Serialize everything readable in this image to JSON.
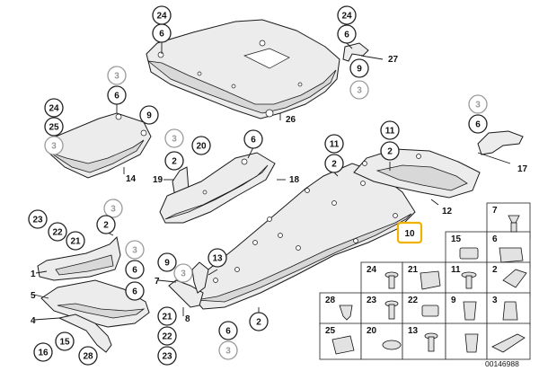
{
  "diagram_id": "00146988",
  "callouts": [
    {
      "id": "c24a",
      "label": "24",
      "style": "dark"
    },
    {
      "id": "c6a",
      "label": "6",
      "style": "dark"
    },
    {
      "id": "c24b",
      "label": "24",
      "style": "dark"
    },
    {
      "id": "c6b",
      "label": "6",
      "style": "dark"
    },
    {
      "id": "c9a",
      "label": "9",
      "style": "dark"
    },
    {
      "id": "c3a",
      "label": "3",
      "style": "gray"
    },
    {
      "id": "c3b",
      "label": "3",
      "style": "gray"
    },
    {
      "id": "c6c",
      "label": "6",
      "style": "dark"
    },
    {
      "id": "c9b",
      "label": "9",
      "style": "dark"
    },
    {
      "id": "c24c",
      "label": "24",
      "style": "dark"
    },
    {
      "id": "c25",
      "label": "25",
      "style": "dark"
    },
    {
      "id": "c3c",
      "label": "3",
      "style": "gray"
    },
    {
      "id": "c3d",
      "label": "3",
      "style": "gray"
    },
    {
      "id": "c3e",
      "label": "3",
      "style": "gray"
    },
    {
      "id": "c20",
      "label": "20",
      "style": "dark"
    },
    {
      "id": "c2a",
      "label": "2",
      "style": "dark"
    },
    {
      "id": "c6d",
      "label": "6",
      "style": "dark"
    },
    {
      "id": "c11a",
      "label": "11",
      "style": "dark"
    },
    {
      "id": "c2b",
      "label": "2",
      "style": "dark"
    },
    {
      "id": "c2c",
      "label": "2",
      "style": "dark"
    },
    {
      "id": "c11b",
      "label": "11",
      "style": "dark"
    },
    {
      "id": "c2d",
      "label": "2",
      "style": "dark"
    },
    {
      "id": "c3f",
      "label": "3",
      "style": "gray"
    },
    {
      "id": "c6e",
      "label": "6",
      "style": "dark"
    },
    {
      "id": "c3g",
      "label": "3",
      "style": "gray"
    },
    {
      "id": "c2e",
      "label": "2",
      "style": "dark"
    },
    {
      "id": "c23a",
      "label": "23",
      "style": "dark"
    },
    {
      "id": "c22a",
      "label": "22",
      "style": "dark"
    },
    {
      "id": "c21a",
      "label": "21",
      "style": "dark"
    },
    {
      "id": "c3h",
      "label": "3",
      "style": "gray"
    },
    {
      "id": "c6f",
      "label": "6",
      "style": "dark"
    },
    {
      "id": "c6g",
      "label": "6",
      "style": "dark"
    },
    {
      "id": "c9c",
      "label": "9",
      "style": "dark"
    },
    {
      "id": "c13",
      "label": "13",
      "style": "dark"
    },
    {
      "id": "c3i",
      "label": "3",
      "style": "gray"
    },
    {
      "id": "c21b",
      "label": "21",
      "style": "dark"
    },
    {
      "id": "c22b",
      "label": "22",
      "style": "dark"
    },
    {
      "id": "c23b",
      "label": "23",
      "style": "dark"
    },
    {
      "id": "c2f",
      "label": "2",
      "style": "dark"
    },
    {
      "id": "c6h",
      "label": "6",
      "style": "dark"
    },
    {
      "id": "c3j",
      "label": "3",
      "style": "gray"
    },
    {
      "id": "c16",
      "label": "16",
      "style": "dark"
    },
    {
      "id": "c15",
      "label": "15",
      "style": "dark"
    },
    {
      "id": "c28",
      "label": "28",
      "style": "dark"
    }
  ],
  "plain_labels": [
    {
      "id": "l27",
      "label": "27"
    },
    {
      "id": "l26",
      "label": "26"
    },
    {
      "id": "l14",
      "label": "14"
    },
    {
      "id": "l19",
      "label": "19"
    },
    {
      "id": "l18",
      "label": "18"
    },
    {
      "id": "l17",
      "label": "17"
    },
    {
      "id": "l12",
      "label": "12"
    },
    {
      "id": "l1",
      "label": "1"
    },
    {
      "id": "l5",
      "label": "5"
    },
    {
      "id": "l4",
      "label": "4"
    },
    {
      "id": "l7",
      "label": "7"
    },
    {
      "id": "l8",
      "label": "8"
    }
  ],
  "highlight": {
    "label": "10",
    "color": "#f2b100"
  },
  "fastener_table": [
    {
      "id": "t7",
      "label": "7"
    },
    {
      "id": "t15",
      "label": "15"
    },
    {
      "id": "t6",
      "label": "6"
    },
    {
      "id": "t24",
      "label": "24"
    },
    {
      "id": "t21",
      "label": "21"
    },
    {
      "id": "t11",
      "label": "11"
    },
    {
      "id": "t2",
      "label": "2"
    },
    {
      "id": "t28",
      "label": "28"
    },
    {
      "id": "t23",
      "label": "23"
    },
    {
      "id": "t22",
      "label": "22"
    },
    {
      "id": "t9",
      "label": "9"
    },
    {
      "id": "t3",
      "label": "3"
    },
    {
      "id": "t25",
      "label": "25"
    },
    {
      "id": "t20",
      "label": "20"
    },
    {
      "id": "t13",
      "label": "13"
    }
  ]
}
